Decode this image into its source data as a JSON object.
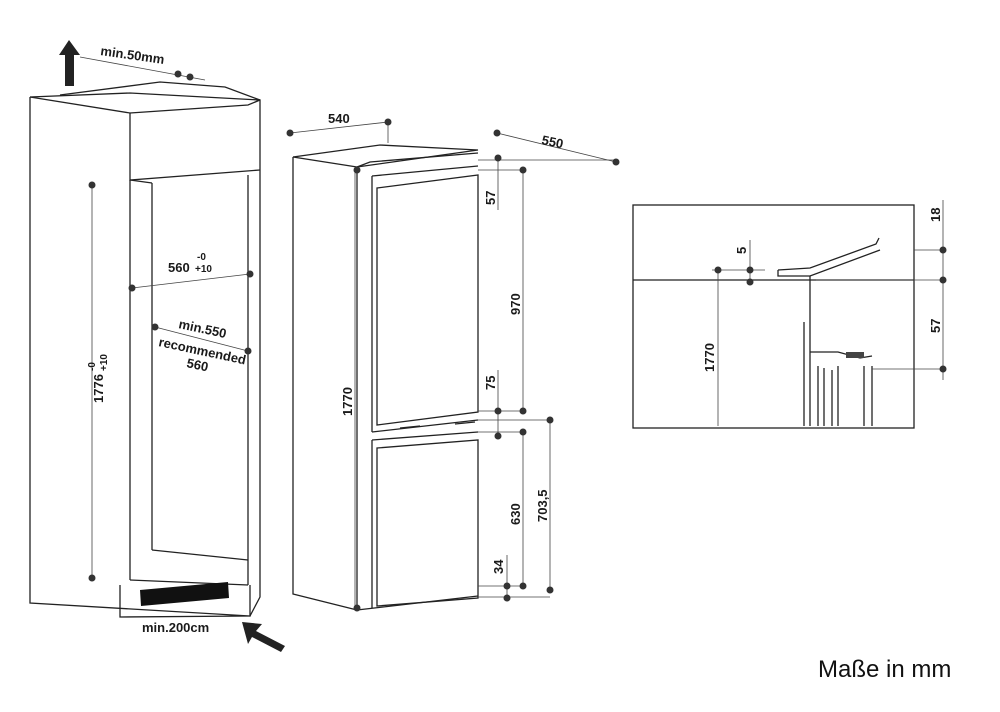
{
  "cabinet": {
    "top_gap": "min.50mm",
    "width": "560",
    "width_tol_top": "-0",
    "width_tol_bottom": "+10",
    "height": "1776",
    "height_tol_top": "-0",
    "height_tol_bottom": "+10",
    "depth_min": "min.550",
    "depth_recommended_label": "recommended",
    "depth_recommended": "560",
    "vent_opening": "min.200cm"
  },
  "fridge": {
    "width": "540",
    "depth": "550",
    "height": "1770",
    "top_offset": "57",
    "upper_door": "970",
    "gap": "75",
    "lower_door": "630",
    "lower_total": "703,5",
    "bottom_offset": "34"
  },
  "detail": {
    "top_height": "18",
    "offset": "5",
    "height": "1770",
    "side": "57"
  },
  "caption": "Maße in mm"
}
